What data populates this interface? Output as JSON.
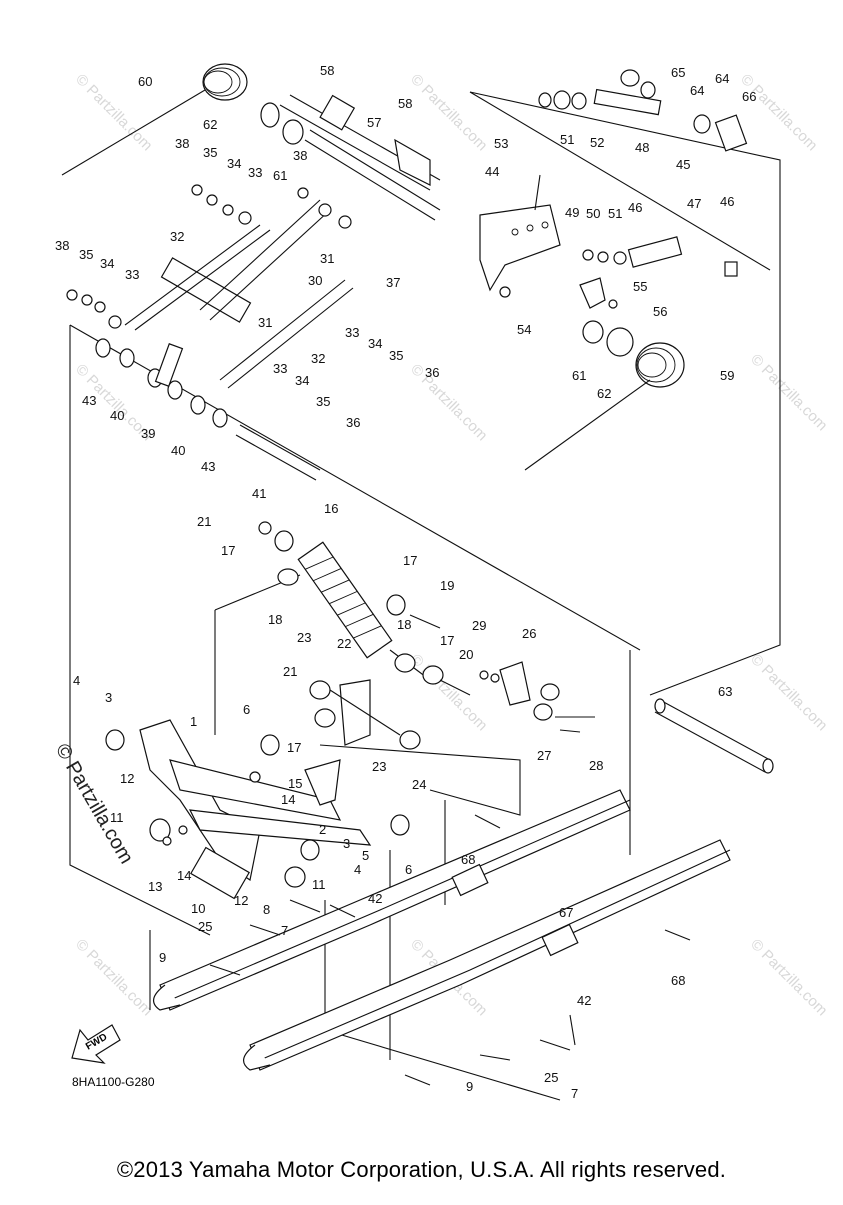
{
  "diagram": {
    "drawing_code": "8HA1100-G280",
    "copyright": "©2013 Yamaha Motor Corporation, U.S.A. All rights reserved.",
    "brand_mark": "© Partzilla.com",
    "watermark": "© Partzilla.com",
    "fwd_label": "FWD",
    "callouts": [
      "60",
      "58",
      "58",
      "57",
      "62",
      "38",
      "35",
      "34",
      "33",
      "61",
      "38",
      "44",
      "53",
      "51",
      "52",
      "48",
      "65",
      "64",
      "64",
      "66",
      "45",
      "46",
      "47",
      "46",
      "49",
      "50",
      "51",
      "32",
      "38",
      "35",
      "34",
      "33",
      "30",
      "31",
      "37",
      "55",
      "56",
      "54",
      "59",
      "31",
      "33",
      "34",
      "35",
      "36",
      "61",
      "62",
      "43",
      "40",
      "39",
      "40",
      "43",
      "32",
      "33",
      "34",
      "35",
      "36",
      "41",
      "21",
      "17",
      "16",
      "18",
      "17",
      "19",
      "23",
      "22",
      "18",
      "17",
      "20",
      "29",
      "26",
      "21",
      "6",
      "23",
      "24",
      "27",
      "28",
      "4",
      "3",
      "1",
      "17",
      "15",
      "14",
      "12",
      "2",
      "11",
      "3",
      "4",
      "5",
      "6",
      "13",
      "14",
      "10",
      "12",
      "8",
      "11",
      "42",
      "68",
      "67",
      "63",
      "25",
      "7",
      "9",
      "68",
      "42",
      "9",
      "25",
      "7"
    ]
  }
}
